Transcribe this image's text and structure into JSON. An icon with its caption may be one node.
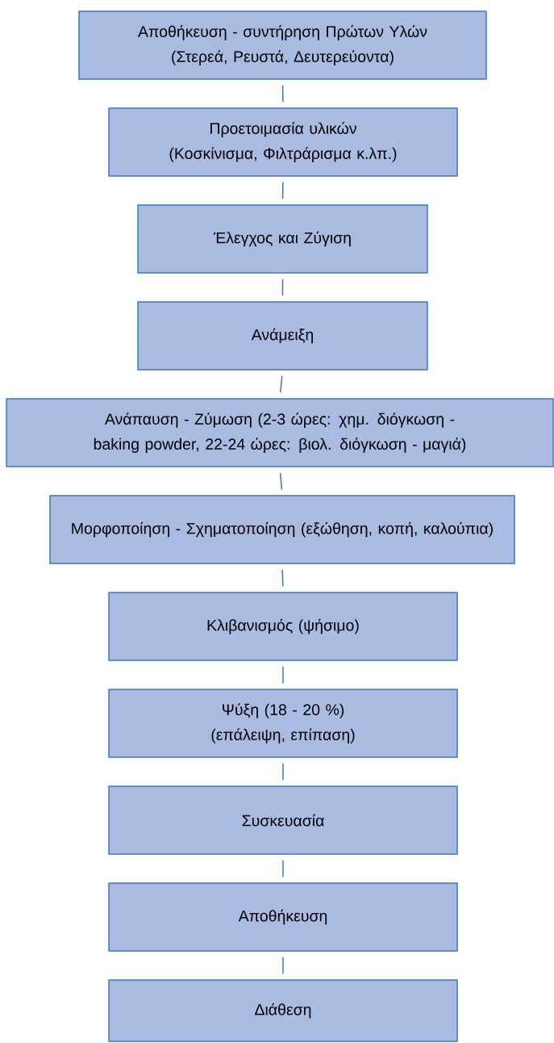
{
  "diagram": {
    "nodes": [
      {
        "text": [
          "Αποθήκευση - συντήρηση Πρώτων Υλών",
          "(Στερεά, Ρευστά, Δευτερεύοντα)"
        ]
      },
      {
        "text": [
          "Προετοιμασία υλικών",
          "(Κοσκίνισμα, Φιλτράρισμα κ.λπ.)"
        ]
      },
      {
        "text": [
          "Έλεγχος και Ζύγιση"
        ]
      },
      {
        "text": [
          "Ανάμειξη"
        ]
      },
      {
        "text": [
          "Ανάπαυση - Ζύμωση (2-3 ώρες: χημ. διόγκωση - baking powder, 22-24 ώρες: βιολ. διόγκωση - μαγιά)"
        ]
      },
      {
        "text": [
          "Μορφοποίηση - Σχηματοποίηση (εξώθηση, κοπή, καλούπια)"
        ]
      },
      {
        "text": [
          "Κλιβανισμός (ψήσιμο)"
        ]
      },
      {
        "text": [
          "Ψύξη (18 - 20 %)",
          "(επάλειψη, επίπαση)"
        ]
      },
      {
        "text": [
          "Συσκευασία"
        ]
      },
      {
        "text": [
          "Αποθήκευση"
        ]
      },
      {
        "text": [
          "Διάθεση"
        ]
      }
    ],
    "edges": [
      {
        "from": 0,
        "to": 1,
        "arrow": "none"
      },
      {
        "from": 1,
        "to": 2,
        "arrow": "none"
      },
      {
        "from": 2,
        "to": 3,
        "arrow": "none"
      },
      {
        "from": 3,
        "to": 4,
        "arrow": "none"
      },
      {
        "from": 4,
        "to": 5,
        "arrow": "none"
      },
      {
        "from": 5,
        "to": 6,
        "arrow": "none"
      },
      {
        "from": 6,
        "to": 7,
        "arrow": "none"
      },
      {
        "from": 7,
        "to": 8,
        "arrow": "none"
      },
      {
        "from": 8,
        "to": 9,
        "arrow": "none"
      },
      {
        "from": 9,
        "to": 10,
        "arrow": "none"
      }
    ]
  }
}
